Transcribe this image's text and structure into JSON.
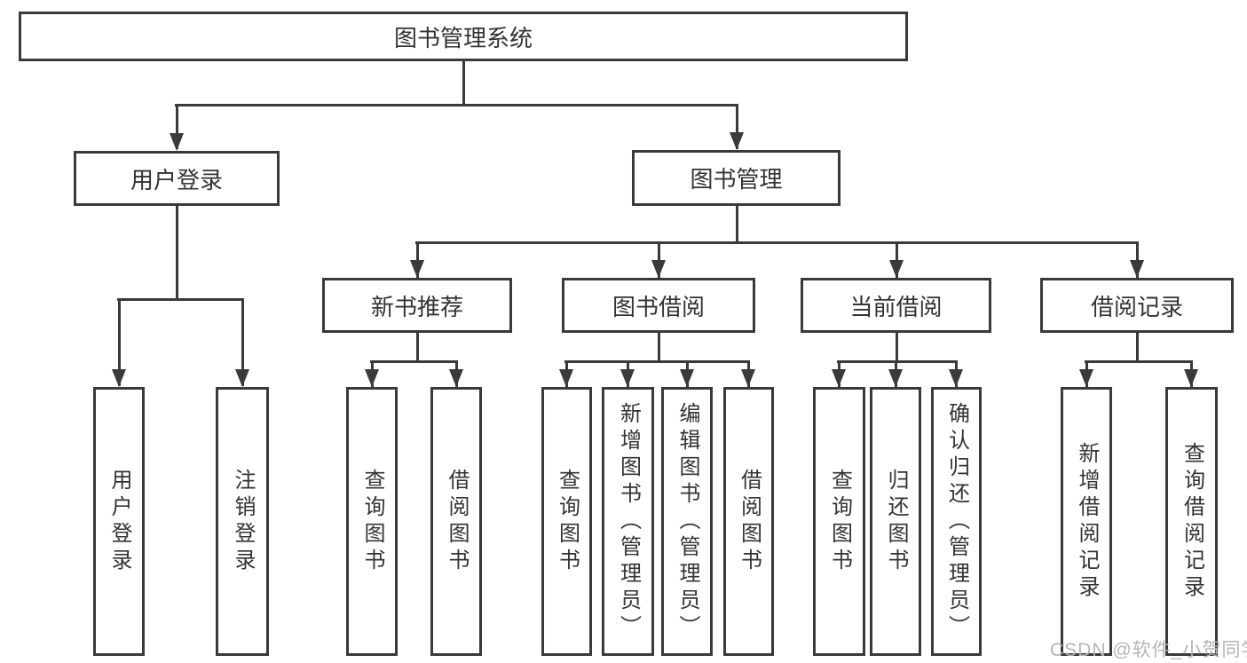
{
  "nodes": {
    "root": {
      "label": "图书管理系统"
    },
    "user_login": {
      "label": "用户登录"
    },
    "book_mgmt": {
      "label": "图书管理"
    },
    "new_book_rec": {
      "label": "新书推荐"
    },
    "book_borrow": {
      "label": "图书借阅"
    },
    "current_borrow": {
      "label": "当前借阅"
    },
    "borrow_records": {
      "label": "借阅记录"
    },
    "leaf_user_login": {
      "label": "用户登录"
    },
    "leaf_logout": {
      "label": "注销登录"
    },
    "leaf_query_book_1": {
      "label": "查询图书"
    },
    "leaf_borrow_book_1": {
      "label": "借阅图书"
    },
    "leaf_query_book_2": {
      "label": "查询图书"
    },
    "leaf_add_book": {
      "label": "新增图书（管理员）"
    },
    "leaf_edit_book": {
      "label": "编辑图书（管理员）"
    },
    "leaf_borrow_book_2": {
      "label": "借阅图书"
    },
    "leaf_query_book_3": {
      "label": "查询图书"
    },
    "leaf_return_book": {
      "label": "归还图书"
    },
    "leaf_confirm_return": {
      "label": "确认归还（管理员）"
    },
    "leaf_add_borrow_record": {
      "label": "新增借阅记录"
    },
    "leaf_query_borrow_record": {
      "label": "查询借阅记录"
    }
  },
  "hierarchy": {
    "图书管理系统": {
      "用户登录": [
        "用户登录",
        "注销登录"
      ],
      "图书管理": {
        "新书推荐": [
          "查询图书",
          "借阅图书"
        ],
        "图书借阅": [
          "查询图书",
          "新增图书（管理员）",
          "编辑图书（管理员）",
          "借阅图书"
        ],
        "当前借阅": [
          "查询图书",
          "归还图书",
          "确认归还（管理员）"
        ],
        "借阅记录": [
          "新增借阅记录",
          "查询借阅记录"
        ]
      }
    }
  },
  "watermark": {
    "text": "CSDN @软件_小贺同学"
  },
  "colors": {
    "line": "#3a3a3a",
    "text": "#333333",
    "background": "#ffffff",
    "watermark": "#b5b5b5"
  }
}
